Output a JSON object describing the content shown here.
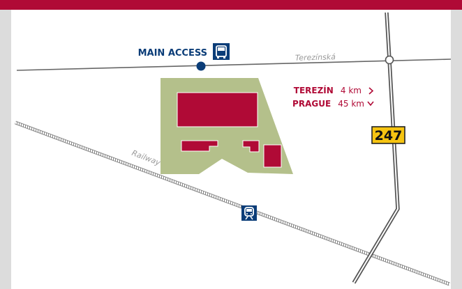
{
  "header": {
    "bar_color": "#b00a36"
  },
  "labels": {
    "main_access": "MAIN ACCESS",
    "road_name": "Terezínská",
    "railway": "Railway",
    "route_number": "247"
  },
  "destinations": [
    {
      "name": "TEREZÍN",
      "distance": "4 km",
      "direction_icon": "chevron-right-icon"
    },
    {
      "name": "PRAGUE",
      "distance": "45 km",
      "direction_icon": "chevron-down-icon"
    }
  ],
  "icons": {
    "main_access": "bus-icon",
    "railway_station": "train-icon"
  },
  "colors": {
    "accent": "#b00a36",
    "navy": "#0b3d78",
    "site_area": "#b4c08b",
    "route_badge": "#f6c411"
  }
}
